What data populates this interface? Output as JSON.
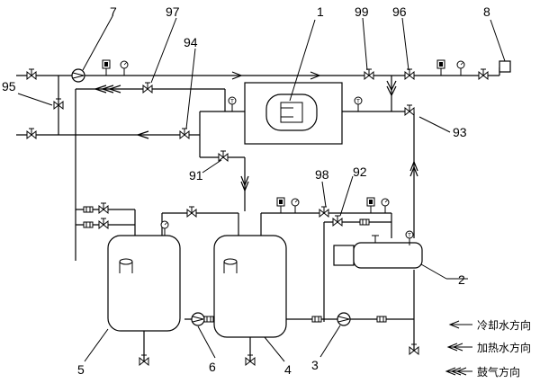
{
  "labels": {
    "l1": "1",
    "l2": "2",
    "l3": "3",
    "l4": "4",
    "l5": "5",
    "l6": "6",
    "l7": "7",
    "l8": "8",
    "l91": "91",
    "l92": "92",
    "l93": "93",
    "l94": "94",
    "l95": "95",
    "l96": "96",
    "l97": "97",
    "l98": "98",
    "l99": "99"
  },
  "legend": {
    "cooling": "冷却水方向",
    "heating": "加热水方向",
    "blowing": "鼓气方向"
  },
  "colors": {
    "line": "#000000",
    "background": "#ffffff"
  }
}
